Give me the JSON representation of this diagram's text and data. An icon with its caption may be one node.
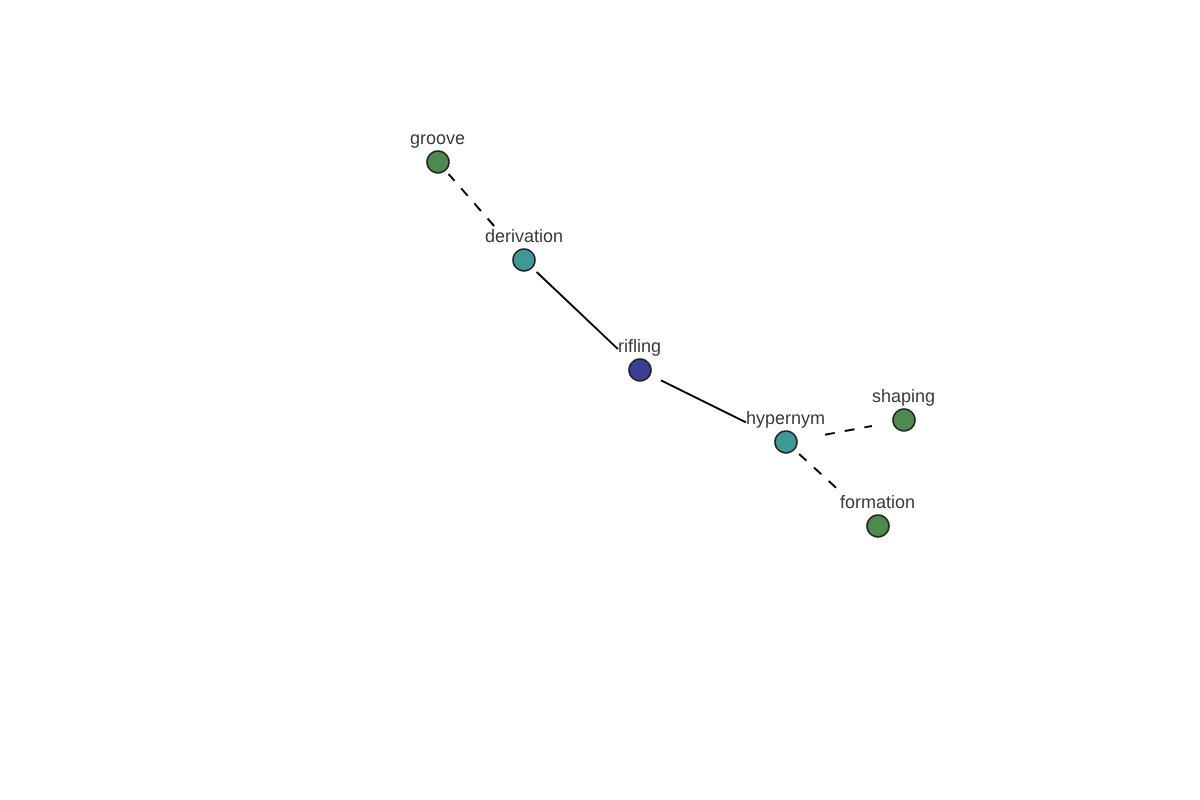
{
  "diagram": {
    "nodes": [
      {
        "text": [
          "groove"
        ]
      },
      {
        "text": [
          "derivation"
        ]
      },
      {
        "text": [
          "rifling"
        ]
      },
      {
        "text": [
          "hypernym"
        ]
      },
      {
        "text": [
          "shaping"
        ]
      },
      {
        "text": [
          "formation"
        ]
      }
    ],
    "edges": [
      {
        "from": 1,
        "to": 0,
        "arrow": "none",
        "style": "dashed"
      },
      {
        "from": 2,
        "to": 1,
        "arrow": "none"
      },
      {
        "from": 2,
        "to": 3,
        "arrow": "none"
      },
      {
        "from": 3,
        "to": 4,
        "arrow": "none",
        "style": "dashed"
      },
      {
        "from": 3,
        "to": 5,
        "arrow": "none",
        "style": "dashed"
      }
    ]
  }
}
